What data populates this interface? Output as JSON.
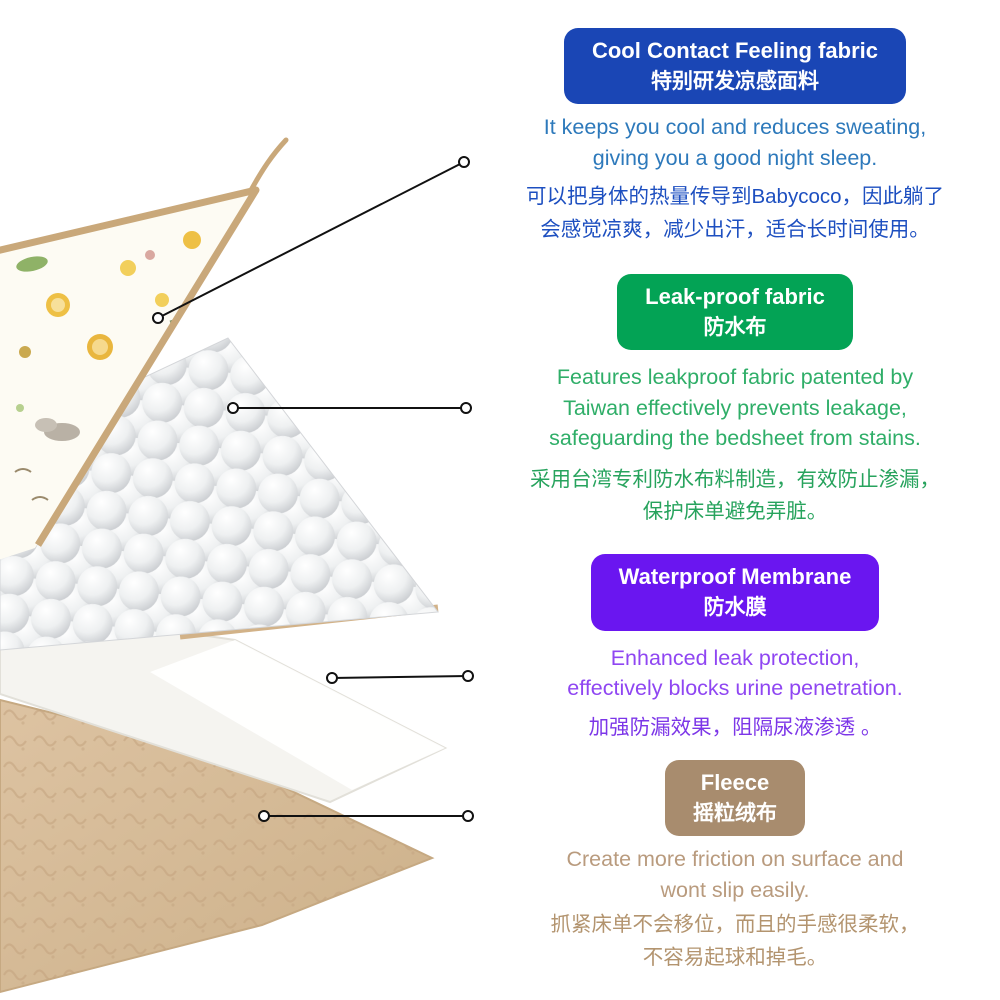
{
  "sections": [
    {
      "id": "cool-contact-fabric",
      "badge_en": "Cool Contact Feeling fabric",
      "badge_zh": "特别研发凉感面料",
      "badge_color": "#1a46b5",
      "desc_en_color": "#2d79bb",
      "desc_zh_color": "#1d4fc0",
      "desc_en_lines": [
        "It keeps you cool and reduces sweating,",
        "giving you a good night sleep."
      ],
      "desc_zh_lines": [
        "可以把身体的热量传导到Babycoco，因此躺了",
        "会感觉凉爽，减少出汗，适合长时间使用。"
      ]
    },
    {
      "id": "leak-proof-fabric",
      "badge_en": "Leak-proof fabric",
      "badge_zh": "防水布",
      "badge_color": "#03a355",
      "desc_en_color": "#2fae68",
      "desc_zh_color": "#27a35d",
      "desc_en_lines": [
        "Features leakproof fabric patented by",
        "Taiwan effectively prevents leakage,",
        "safeguarding the bedsheet from stains."
      ],
      "desc_zh_lines": [
        "采用台湾专利防水布料制造，有效防止渗漏，",
        "保护床单避免弄脏。"
      ]
    },
    {
      "id": "waterproof-membrane",
      "badge_en": "Waterproof Membrane",
      "badge_zh": "防水膜",
      "badge_color": "#6a16f0",
      "desc_en_color": "#8f46f2",
      "desc_zh_color": "#7c36e8",
      "desc_en_lines": [
        "Enhanced leak protection,",
        "effectively blocks urine penetration."
      ],
      "desc_zh_lines": [
        "加强防漏效果，阻隔尿液渗透 。"
      ]
    },
    {
      "id": "fleece",
      "badge_en": "Fleece",
      "badge_zh": "摇粒绒布",
      "badge_color": "#a88c6e",
      "desc_en_color": "#b99b7e",
      "desc_zh_color": "#b3946f",
      "desc_en_lines": [
        "Create more friction on surface and",
        "wont slip easily."
      ],
      "desc_zh_lines": [
        "抓紧床单不会移位，而且的手感很柔软，",
        "不容易起球和掉毛。"
      ]
    }
  ],
  "illustration": {
    "layers": [
      "printed-top-fabric",
      "leak-proof-bubble-fabric",
      "waterproof-membrane",
      "fleece"
    ],
    "fabric_edge_color": "#c9a87a",
    "fleece_color": "#d8bd9b",
    "bubble_color": "#d9dbde",
    "membrane_color": "#f7f7f4",
    "callout_line_color": "#111111"
  }
}
